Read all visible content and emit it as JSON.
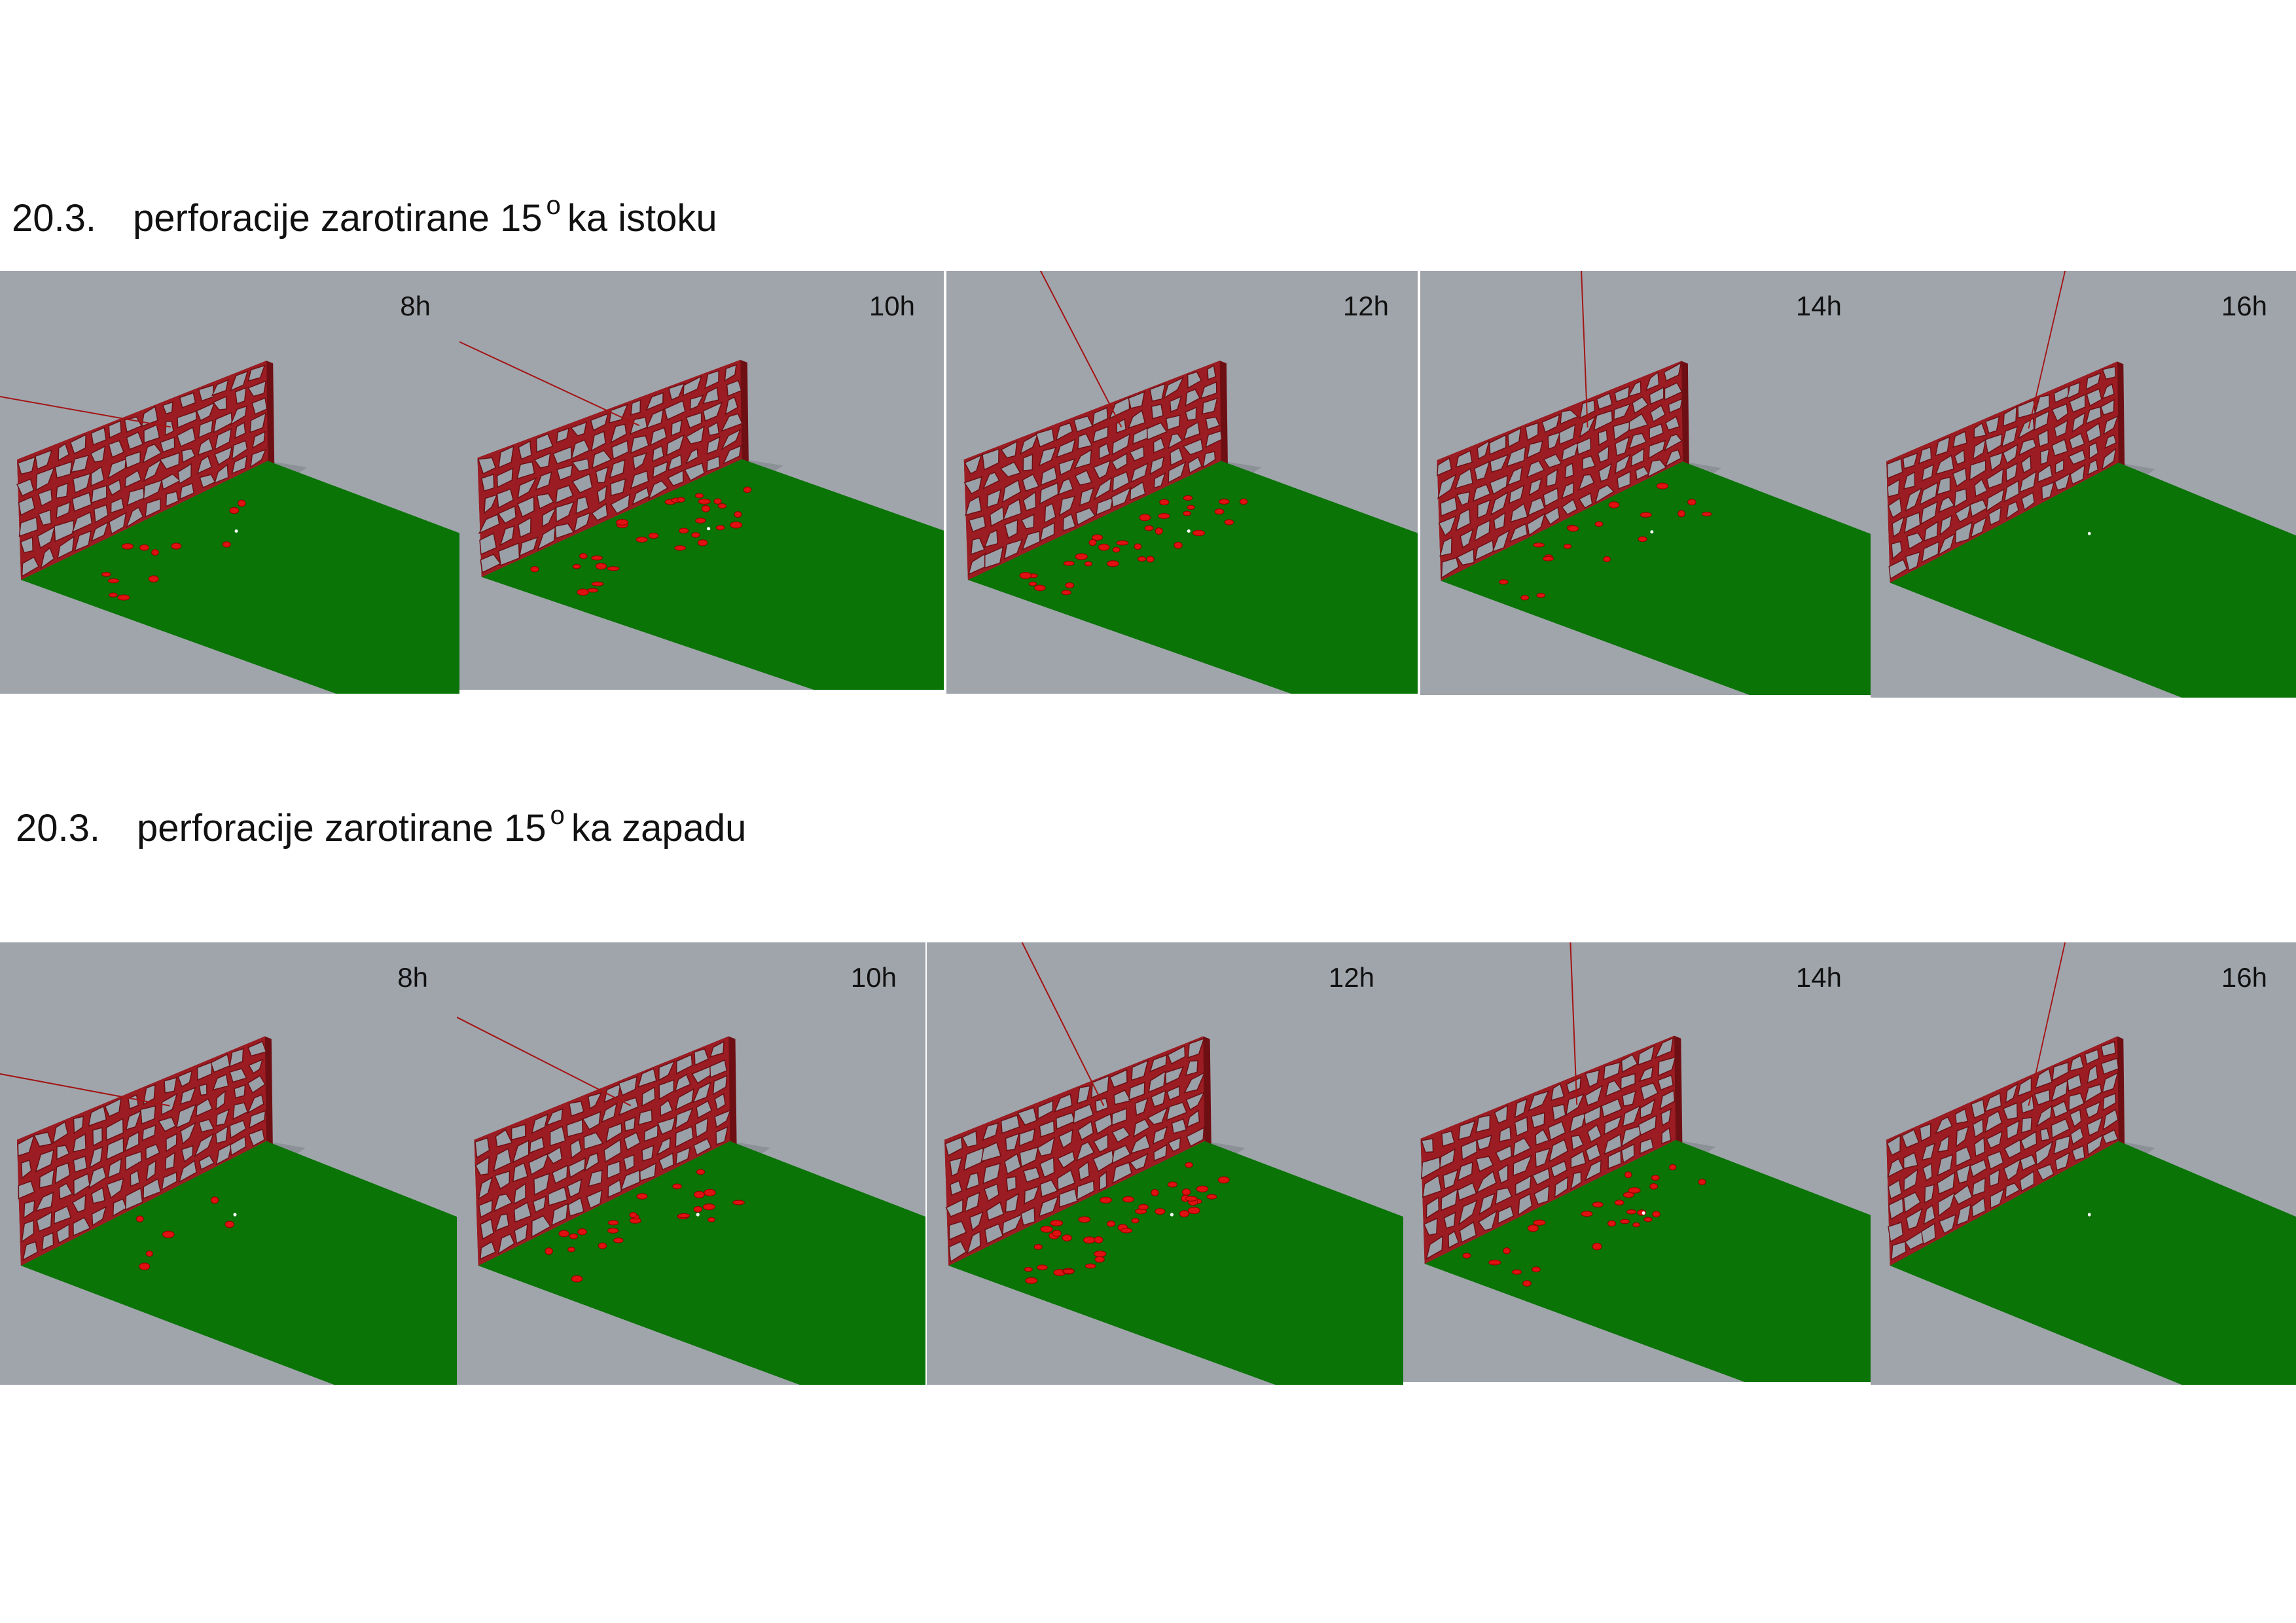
{
  "rows": [
    {
      "number": "20.3.",
      "pre": "perforacije zarotirane 15",
      "deg": "o",
      "post": "ka istoku",
      "panels": [
        {
          "hour": "8h",
          "patches": 12,
          "sun_ray": "left"
        },
        {
          "hour": "10h",
          "patches": 30,
          "sun_ray": "upper-left"
        },
        {
          "hour": "12h",
          "patches": 32,
          "sun_ray": "up-left"
        },
        {
          "hour": "14h",
          "patches": 18,
          "sun_ray": "up"
        },
        {
          "hour": "16h",
          "patches": 0,
          "sun_ray": "up-right"
        }
      ]
    },
    {
      "number": "20.3.",
      "pre": "perforacije zarotirane 15",
      "deg": "o",
      "post": "ka zapadu",
      "panels": [
        {
          "hour": "8h",
          "patches": 6,
          "sun_ray": "left"
        },
        {
          "hour": "10h",
          "patches": 24,
          "sun_ray": "upper-left"
        },
        {
          "hour": "12h",
          "patches": 40,
          "sun_ray": "up-left"
        },
        {
          "hour": "14h",
          "patches": 26,
          "sun_ray": "up"
        },
        {
          "hour": "16h",
          "patches": 0,
          "sun_ray": "up-right"
        }
      ]
    }
  ],
  "colors": {
    "background_grey": "#a0a5ac",
    "ground_green": "#0a7406",
    "wall_red": "#9b1c22",
    "patch_red": "#e01010"
  }
}
